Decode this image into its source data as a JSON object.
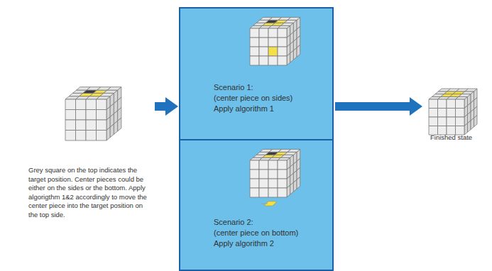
{
  "diagram": {
    "nodes": [
      {
        "text": [
          "Grey square on the top indicates the target position. Center pieces could be either on the sides or the bottom. Apply algorigthm 1&2 accordingly to move the center piece into the target position on the top side."
        ]
      },
      {
        "text": [
          "Scenario 1:",
          "(center piece on sides)",
          "Apply algorithm 1"
        ]
      },
      {
        "text": [
          "Scenario 2:",
          "(center piece on bottom)",
          "Apply algorithm 2"
        ]
      },
      {
        "text": [
          "Finished state"
        ]
      }
    ],
    "edges": [
      {
        "from": 0,
        "to": 1,
        "arrow": "to"
      },
      {
        "from": 1,
        "to": 3,
        "arrow": "to"
      }
    ]
  }
}
